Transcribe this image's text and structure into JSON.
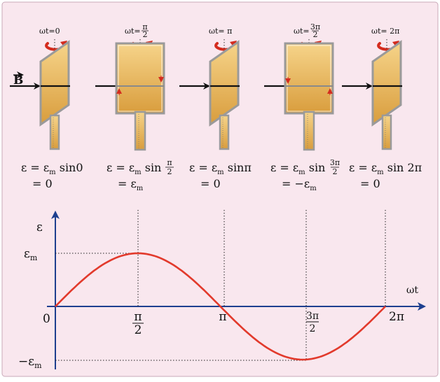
{
  "panels": [
    {
      "top_label": {
        "prefix": "ωt=",
        "value": "0",
        "num": "",
        "den": ""
      },
      "eq1": {
        "lhs": "ε = ε",
        "sub": "m",
        "rest": " sin0",
        "num": "",
        "den": "",
        "tail": ""
      },
      "eq2": {
        "text": "= 0",
        "sub": ""
      },
      "view": "angled"
    },
    {
      "top_label": {
        "prefix": "ωt=",
        "value": "",
        "num": "π",
        "den": "2"
      },
      "eq1": {
        "lhs": "ε = ε",
        "sub": "m",
        "rest": " sin",
        "num": "π",
        "den": "2",
        "tail": ""
      },
      "eq2": {
        "text": "= ε",
        "sub": "m"
      },
      "view": "face"
    },
    {
      "top_label": {
        "prefix": "ωt= ",
        "value": "π",
        "num": "",
        "den": ""
      },
      "eq1": {
        "lhs": "ε = ε",
        "sub": "m",
        "rest": " sinπ",
        "num": "",
        "den": "",
        "tail": ""
      },
      "eq2": {
        "text": "= 0",
        "sub": ""
      },
      "view": "angled"
    },
    {
      "top_label": {
        "prefix": "ωt=",
        "value": "",
        "num": "3π",
        "den": "2"
      },
      "eq1": {
        "lhs": "ε = ε",
        "sub": "m",
        "rest": " sin",
        "num": "3π",
        "den": "2",
        "tail": ""
      },
      "eq2": {
        "text": "= −ε",
        "sub": "m"
      },
      "view": "face"
    },
    {
      "top_label": {
        "prefix": "ωt= ",
        "value": "2π",
        "num": "",
        "den": ""
      },
      "eq1": {
        "lhs": "ε = ε",
        "sub": "m",
        "rest": " sin 2π",
        "num": "",
        "den": "",
        "tail": ""
      },
      "eq2": {
        "text": "= 0",
        "sub": ""
      },
      "view": "angled"
    }
  ],
  "field_label": "B",
  "graph": {
    "y_axis_label": "ε",
    "x_axis_label": "ωt",
    "origin_label": "0",
    "y_ticks": [
      {
        "main": "ε",
        "sub": "m"
      },
      {
        "main": "−ε",
        "sub": "m"
      }
    ],
    "x_ticks": [
      {
        "num": "π",
        "den": "2",
        "text": ""
      },
      {
        "num": "",
        "den": "",
        "text": "π"
      },
      {
        "num": "3π",
        "den": "2",
        "text": ""
      },
      {
        "num": "",
        "den": "",
        "text": "2π"
      }
    ],
    "curve": {
      "function": "sine",
      "amplitude_label": "εm",
      "period": "2π"
    }
  },
  "colors": {
    "background": "#f9e7ee",
    "border": "#c9a9b8",
    "coil_gold": "#e7b65a",
    "coil_gold_light": "#f6d48a",
    "frame_gray": "#9a9a9a",
    "curve_red": "#e23a2c",
    "axis_blue": "#1d3f8f",
    "rotation_red": "#d42c1e"
  }
}
